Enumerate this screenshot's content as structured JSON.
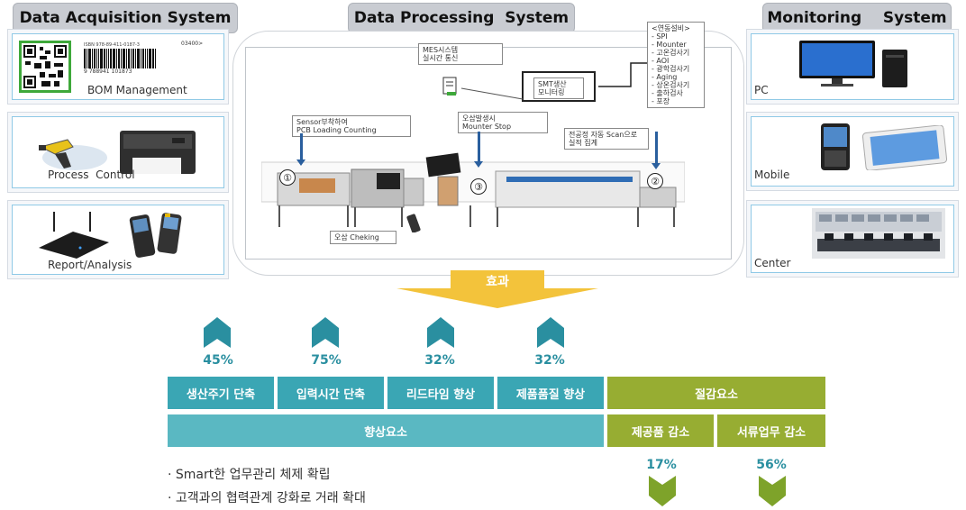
{
  "headers": {
    "acquisition": "Data Acquisition System",
    "processing": "Data Processing  System",
    "monitoring": "Monitoring    System"
  },
  "left_panels": [
    {
      "label": "BOM Management",
      "barcode_text": "ISBN 978-89-411-0187-3",
      "barcode_digits": "9 788941 101873",
      "barcode_ext": "03400>"
    },
    {
      "label": "Process  Control"
    },
    {
      "label": "Report/Analysis"
    }
  ],
  "right_panels": [
    {
      "label": "PC"
    },
    {
      "label": "Mobile"
    },
    {
      "label": "Center"
    }
  ],
  "process_tags": {
    "mes": "MES시스템\n실시간 통신",
    "smt": "SMT생산\n모니터링",
    "equipment": "<연동설비>\n- SPI\n- Mounter\n- 고온검사기\n- AOI\n- 광학검사기\n- Aging\n- 상온검사기\n- 출하검사\n- 포장",
    "sensor": "Sensor부착하여\nPCB Loading Counting",
    "error": "오삽발생시\nMounter Stop",
    "scan": "전공정 자동 Scan으로\n실적 집계",
    "check": "오삽 Cheking"
  },
  "steps": [
    "①",
    "③",
    "②"
  ],
  "effect_label": "효과",
  "improvements": [
    {
      "label": "생산주기 단축",
      "pct": "45%"
    },
    {
      "label": "입력시간 단축",
      "pct": "75%"
    },
    {
      "label": "리드타임 향상",
      "pct": "32%"
    },
    {
      "label": "제품품질 향상",
      "pct": "32%"
    }
  ],
  "improvement_group": "향상요소",
  "savings_group": "절감요소",
  "savings": [
    {
      "label": "제공품 감소",
      "pct": "17%"
    },
    {
      "label": "서류업무 감소",
      "pct": "56%"
    }
  ],
  "bullets": [
    "· Smart한 업무관리 체제 확립",
    "· 고객과의 협력관계 강화로 거래 확대"
  ],
  "colors": {
    "teal": "#3aa6b4",
    "olive": "#97ad32",
    "arrow": "#2a8fa0"
  }
}
